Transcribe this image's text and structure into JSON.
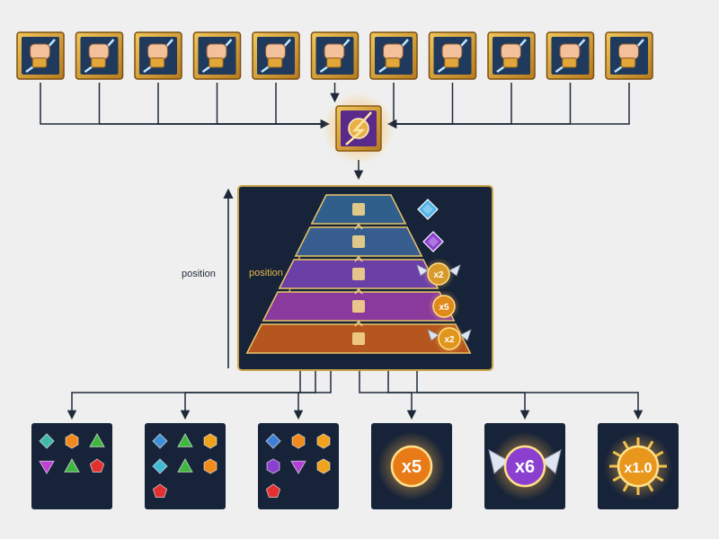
{
  "diagram": {
    "outer_label": "position",
    "inner_label": "position",
    "top_icons": {
      "count": 11,
      "icon": "fist-lightning-icon"
    },
    "merged_icon": "merged-fist-glowing-icon",
    "pyramid": {
      "tiers": [
        {
          "color": "#2f5f8a",
          "icon": "person-icon"
        },
        {
          "color": "#365d8e",
          "icon": "helmet-icon"
        },
        {
          "color": "#6a3fa6",
          "icon": "castle-icon"
        },
        {
          "color": "#8a3a9c",
          "icon": "tower-icon"
        },
        {
          "color": "#b4561e",
          "icon": "pawn-icon"
        }
      ],
      "rewards": [
        {
          "kind": "gem",
          "color": "#4fb3e8",
          "text": ""
        },
        {
          "kind": "gem",
          "color": "#8a3fd1",
          "text": ""
        },
        {
          "kind": "winged-badge",
          "color": "#d89a2a",
          "text": "x2"
        },
        {
          "kind": "badge",
          "color": "#e08a1c",
          "text": "x5"
        },
        {
          "kind": "winged-badge",
          "color": "#e0961c",
          "text": "x2"
        }
      ]
    },
    "outputs": [
      {
        "type": "gems",
        "gems": [
          {
            "shape": "diamond",
            "color": "#3fb9a9"
          },
          {
            "shape": "hexagon",
            "color": "#f08a1c"
          },
          {
            "shape": "triangle",
            "color": "#3fb63f"
          },
          {
            "shape": "inverted-triangle",
            "color": "#c23fd6"
          },
          {
            "shape": "triangle",
            "color": "#3fb63f"
          },
          {
            "shape": "pentagon",
            "color": "#e23030"
          }
        ]
      },
      {
        "type": "gems",
        "gems": [
          {
            "shape": "diamond",
            "color": "#3f8fd6"
          },
          {
            "shape": "triangle",
            "color": "#3fb63f"
          },
          {
            "shape": "hexagon",
            "color": "#f0a21c"
          },
          {
            "shape": "diamond",
            "color": "#3fb9d6"
          },
          {
            "shape": "triangle",
            "color": "#3fb63f"
          },
          {
            "shape": "hexagon",
            "color": "#f08a1c"
          },
          {
            "shape": "pentagon",
            "color": "#e23030"
          }
        ]
      },
      {
        "type": "gems",
        "gems": [
          {
            "shape": "diamond",
            "color": "#3f7fd6"
          },
          {
            "shape": "hexagon",
            "color": "#f08a1c"
          },
          {
            "shape": "hexagon",
            "color": "#f0a21c"
          },
          {
            "shape": "hexagon",
            "color": "#8a3fd1"
          },
          {
            "shape": "inverted-triangle",
            "color": "#b43fd6"
          },
          {
            "shape": "hexagon",
            "color": "#f0a21c"
          },
          {
            "shape": "pentagon",
            "color": "#e23030"
          }
        ]
      },
      {
        "type": "badge",
        "text": "x5",
        "style": "plain",
        "color": "#e87a18"
      },
      {
        "type": "badge",
        "text": "x6",
        "style": "winged",
        "color": "#8a3fd1"
      },
      {
        "type": "badge",
        "text": "x1.0",
        "style": "sunburst",
        "color": "#e8961c"
      }
    ]
  }
}
